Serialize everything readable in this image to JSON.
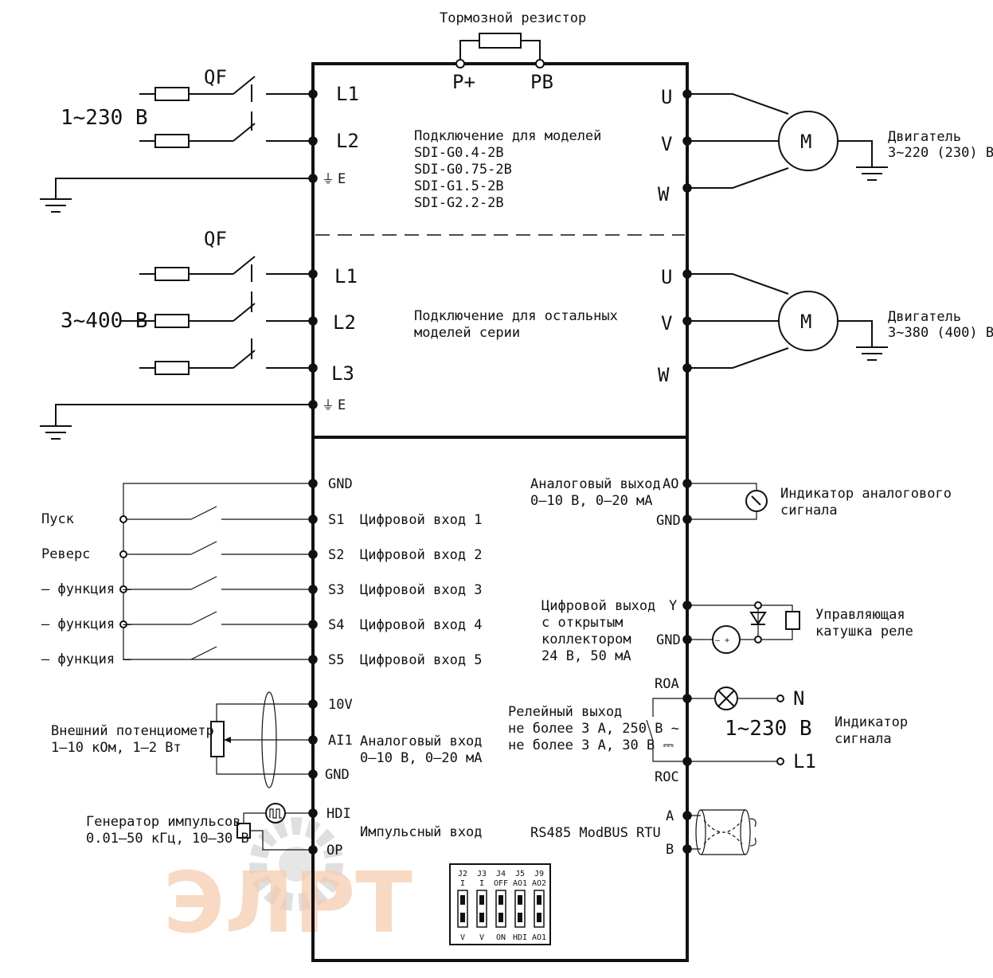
{
  "top": {
    "brake_resistor": "Тормозной резистор",
    "p_plus": "P+",
    "pb": "PB"
  },
  "section1": {
    "qf": "QF",
    "supply": "1~230 В",
    "l1": "L1",
    "l2": "L2",
    "e": "E",
    "u": "U",
    "v": "V",
    "w": "W",
    "models_title": "Подключение для моделей",
    "models": [
      "SDI-G0.4-2B",
      "SDI-G0.75-2B",
      "SDI-G1.5-2B",
      "SDI-G2.2-2B"
    ],
    "motor_symbol": "M",
    "motor_label": "Двигатель",
    "motor_voltage": "3~220 (230) В"
  },
  "section2": {
    "qf": "QF",
    "supply": "3~400 В",
    "l1": "L1",
    "l2": "L2",
    "l3": "L3",
    "e": "E",
    "u": "U",
    "v": "V",
    "w": "W",
    "desc_line1": "Подключение для остальных",
    "desc_line2": "моделей серии",
    "motor_symbol": "M",
    "motor_label": "Двигатель",
    "motor_voltage": "3~380 (400) В"
  },
  "control_left": {
    "gnd": "GND",
    "s1": "S1",
    "s2": "S2",
    "s3": "S3",
    "s4": "S4",
    "s5": "S5",
    "in1": "Цифровой вход 1",
    "in2": "Цифровой вход 2",
    "in3": "Цифровой вход 3",
    "in4": "Цифровой вход 4",
    "in5": "Цифровой вход 5",
    "start": "Пуск",
    "reverse": "Реверс",
    "func3": "– функция –",
    "func4": "– функция –",
    "func5": "– функция –",
    "t10v": "10V",
    "ai1": "AI1",
    "gnd2": "GND",
    "pot_line1": "Внешний потенциометр",
    "pot_line2": "1–10 кОм, 1–2 Вт",
    "ai_line1": "Аналоговый вход",
    "ai_line2": "0–10 В, 0–20 мА",
    "hdi": "HDI",
    "op": "OP",
    "pulse_in": "Импульсный вход",
    "gen_line1": "Генератор импульсов",
    "gen_line2": "0.01–50 кГц, 10–30 В"
  },
  "control_right": {
    "ao_line1": "Аналоговый выход",
    "ao_line2": "0–10 В, 0–20 мА",
    "ao": "AO",
    "gnd": "GND",
    "ind_line1": "Индикатор аналогового",
    "ind_line2": "сигнала",
    "do_line1": "Цифровой выход",
    "do_line2": "с открытым",
    "do_line3": "коллектором",
    "do_line4": "24 В, 50 мА",
    "y": "Y",
    "gnd2": "GND",
    "relay_coil_line1": "Управляющая",
    "relay_coil_line2": "катушка реле",
    "roa": "ROA",
    "roc": "ROC",
    "relay_line1": "Релейный выход",
    "relay_line2": "не более 3 А, 250 В ~",
    "relay_line3": "не более 3 А, 30 В ⎓",
    "n": "N",
    "l1": "L1",
    "supply": "1~230 В",
    "sig_line1": "Индикатор",
    "sig_line2": "сигнала",
    "a": "A",
    "b": "B",
    "rs485": "RS485 ModBUS RTU",
    "pm": "– +"
  },
  "jumpers": [
    {
      "name": "J2",
      "top": "I",
      "bottom": "V"
    },
    {
      "name": "J3",
      "top": "I",
      "bottom": "V"
    },
    {
      "name": "J4",
      "top": "OFF",
      "bottom": "ON"
    },
    {
      "name": "J5",
      "top": "AO1",
      "bottom": "HDI"
    },
    {
      "name": "J9",
      "top": "AO2",
      "bottom": "AO1"
    }
  ],
  "watermark": "ЭЛРТ",
  "colors": {
    "line": "#111111",
    "watermark_orange": "#f5c7a8",
    "watermark_gray": "#d9d9d9"
  }
}
